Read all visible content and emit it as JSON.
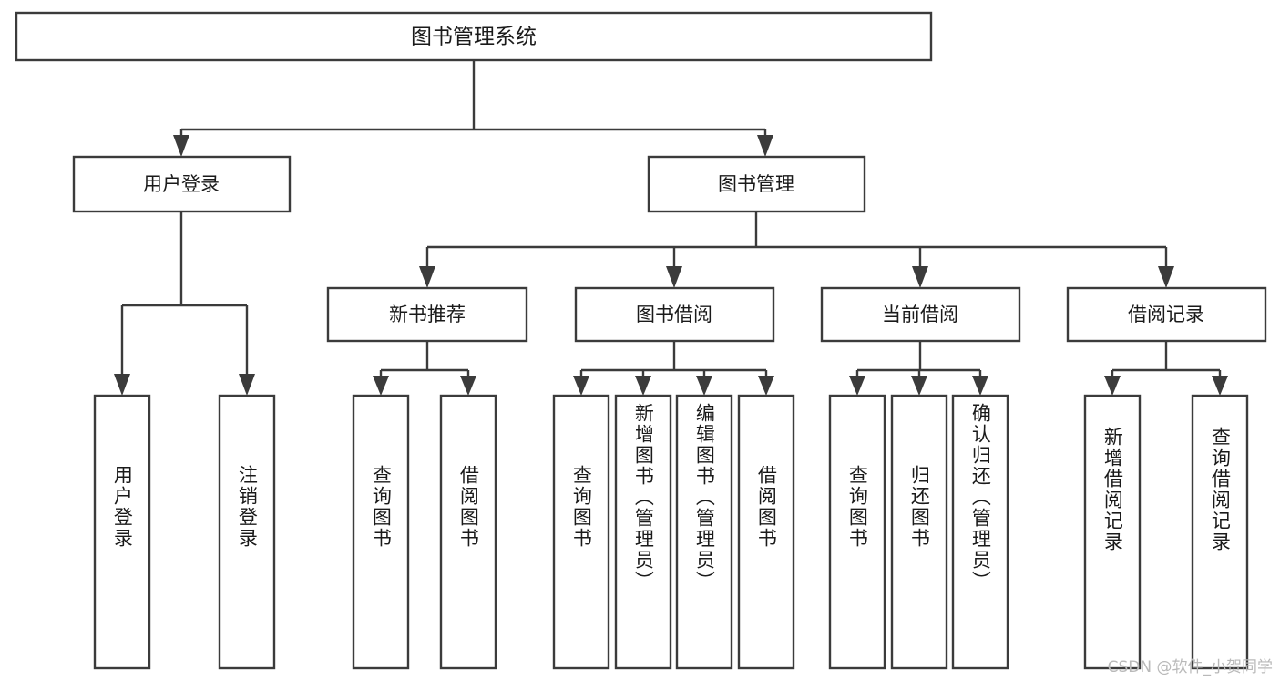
{
  "diagram": {
    "title": "图书管理系统",
    "type": "tree-hierarchy-diagram",
    "watermark": "CSDN @软件_小贺同学",
    "colors": {
      "box_stroke": "#3b3b3b",
      "box_fill": "#ffffff",
      "text": "#1a1a1a",
      "background": "#ffffff",
      "watermark": "#b9b9b9"
    },
    "root": {
      "label": "图书管理系统"
    },
    "level2": [
      {
        "label": "用户登录"
      },
      {
        "label": "图书管理"
      }
    ],
    "level3": [
      {
        "label": "新书推荐"
      },
      {
        "label": "图书借阅"
      },
      {
        "label": "当前借阅"
      },
      {
        "label": "借阅记录"
      }
    ],
    "leaves": {
      "user_login": [
        {
          "label": "用户登录"
        },
        {
          "label": "注销登录"
        }
      ],
      "new_book_recommend": [
        {
          "label": "查询图书"
        },
        {
          "label": "借阅图书"
        }
      ],
      "book_borrow": [
        {
          "label": "查询图书"
        },
        {
          "label": "新增图书（管理员）"
        },
        {
          "label": "编辑图书（管理员）"
        },
        {
          "label": "借阅图书"
        }
      ],
      "current_borrow": [
        {
          "label": "查询图书"
        },
        {
          "label": "归还图书"
        },
        {
          "label": "确认归还（管理员）"
        }
      ],
      "borrow_records": [
        {
          "label": "新增借阅记录"
        },
        {
          "label": "查询借阅记录"
        }
      ]
    }
  }
}
